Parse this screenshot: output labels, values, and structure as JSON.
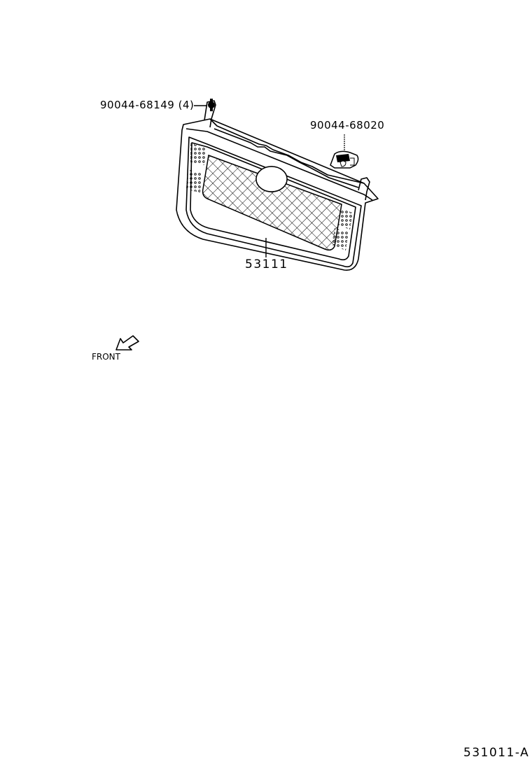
{
  "diagram": {
    "type": "parts-exploded-view",
    "subject": "radiator grille assembly",
    "parts": [
      {
        "id": "fastener",
        "part_number": "90044-68149",
        "quantity_label": "(4)",
        "label": "90044-68149 (4)"
      },
      {
        "id": "clip",
        "part_number": "90044-68020",
        "label": "90044-68020"
      },
      {
        "id": "grille",
        "part_number": "53111",
        "label": "53111"
      }
    ],
    "orientation": {
      "label": "FRONT",
      "icon": "front-arrow-icon"
    },
    "figure_id": "531011-A"
  },
  "colors": {
    "line": "#000000",
    "background": "#ffffff"
  }
}
